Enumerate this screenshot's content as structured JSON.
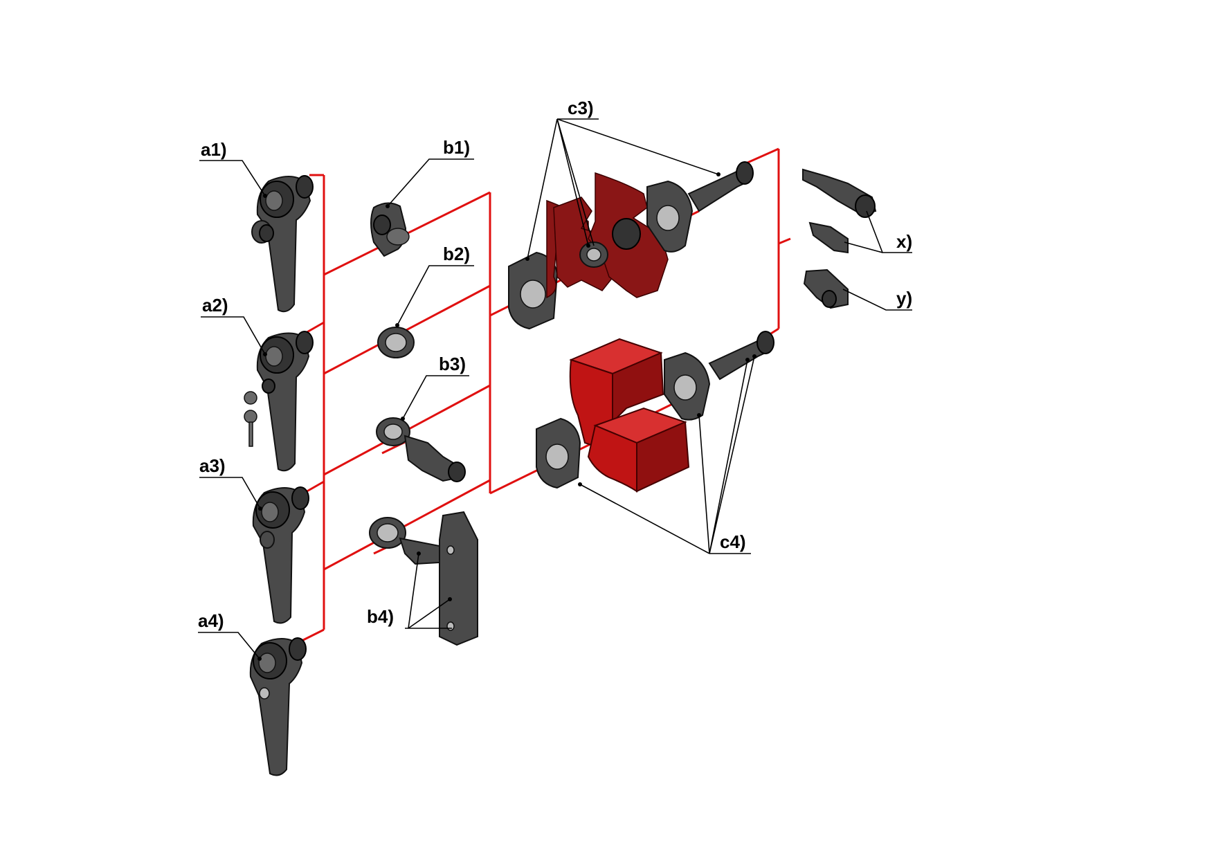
{
  "labels": {
    "a1": "a1)",
    "a2": "a2)",
    "a3": "a3)",
    "a4": "a4)",
    "b1": "b1)",
    "b2": "b2)",
    "b3": "b3)",
    "b4": "b4)",
    "c3": "c3)",
    "c4": "c4)",
    "x": "x)",
    "y": "y)"
  },
  "colors": {
    "connector": "#e01010",
    "seal": "#8a1616",
    "block": "#c01414",
    "part": "#4a4a4a"
  }
}
